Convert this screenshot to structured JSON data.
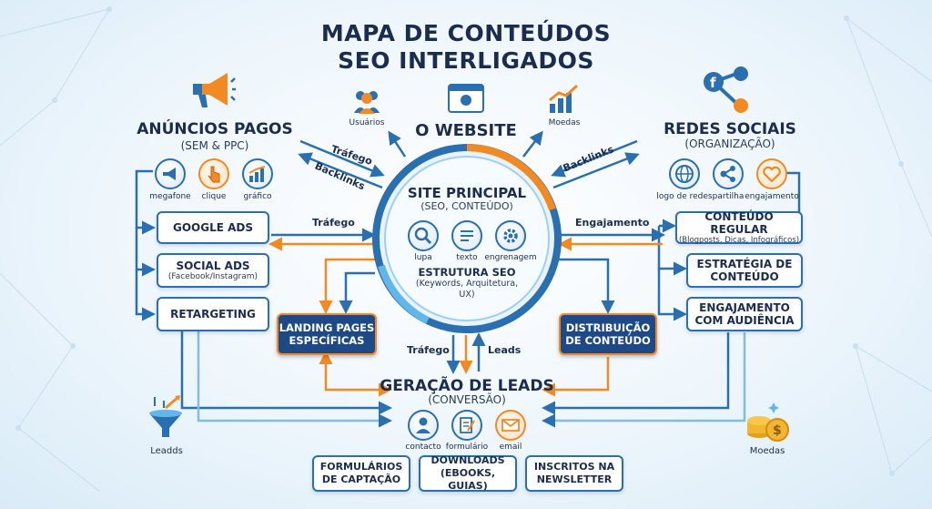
{
  "title_line1": "MAPA DE CONTEÚDOS",
  "title_line2": "SEO INTERLIGADOS",
  "website": {
    "title": "O WEBSITE",
    "top_icons": [
      {
        "label": "Usuários",
        "icon": "users-icon"
      },
      {
        "label": "Moedas",
        "icon": "growth-chart-icon"
      }
    ]
  },
  "site_principal": {
    "title": "SITE PRINCIPAL",
    "subtitle": "(SEO, CONTEÚDO)",
    "icons": [
      {
        "label": "lupa",
        "icon": "magnifier-icon"
      },
      {
        "label": "texto",
        "icon": "text-icon"
      },
      {
        "label": "engrenagem",
        "icon": "gear-icon"
      }
    ],
    "estrutura_title": "ESTRUTURA SEO",
    "estrutura_sub": "(Keywords, Arquitetura, UX)"
  },
  "anuncios": {
    "title": "ANÚNCIOS PAGOS",
    "subtitle": "(SEM & PPC)",
    "icons": [
      {
        "label": "megafone",
        "icon": "megaphone-icon"
      },
      {
        "label": "clique",
        "icon": "click-icon"
      },
      {
        "label": "gráfico",
        "icon": "chart-icon"
      }
    ],
    "boxes": [
      {
        "main": "GOOGLE ADS",
        "sub": ""
      },
      {
        "main": "SOCIAL ADS",
        "sub": "(Facebook/Instagram)"
      },
      {
        "main": "RETARGETING",
        "sub": ""
      }
    ]
  },
  "redes": {
    "title": "REDES SOCIAIS",
    "subtitle": "(ORGANIZAÇÃO)",
    "icons": [
      {
        "label": "logo de redes",
        "icon": "globe-icon"
      },
      {
        "label": "partilha",
        "icon": "share-icon"
      },
      {
        "label": "engajamento",
        "icon": "heart-icon"
      }
    ],
    "boxes": [
      {
        "main": "CONTEÚDO REGULAR",
        "sub": "(Blogposts, Dicas, Infográficos)"
      },
      {
        "main": "ESTRATÉGIA DE CONTEÚDO",
        "sub": ""
      },
      {
        "main": "ENGAJAMENTO COM AUDIÊNCIA",
        "sub": ""
      }
    ]
  },
  "landing": "LANDING PAGES ESPECÍFICAS",
  "distribuicao": "DISTRIBUIÇÃO DE CONTEÚDO",
  "leads": {
    "title": "GERAÇÃO DE LEADS",
    "subtitle": "(CONVERSÃO)",
    "icons": [
      {
        "label": "contacto",
        "icon": "contact-icon"
      },
      {
        "label": "formulário",
        "icon": "form-icon"
      },
      {
        "label": "email",
        "icon": "email-icon"
      }
    ],
    "boxes": [
      "FORMULÁRIOS DE CAPTAÇÃO",
      "DOWNLOADS (EBOOKS, GUIAS)",
      "INSCRITOS NA NEWSLETTER"
    ]
  },
  "flows": {
    "trafego_top": "Tráfego",
    "backlinks_left": "Backlinks",
    "backlinks_right": "Backlinks",
    "trafego_mid": "Tráfego",
    "engajamento": "Engajamento",
    "trafego_bottom": "Tráfego",
    "leads_bottom": "Leads"
  },
  "corner_left": "Leadds",
  "corner_right": "Moedas",
  "colors": {
    "navy": "#1b2d4f",
    "blue": "#2a6fb0",
    "orange": "#f28a23",
    "dark": "#1d4a86"
  }
}
